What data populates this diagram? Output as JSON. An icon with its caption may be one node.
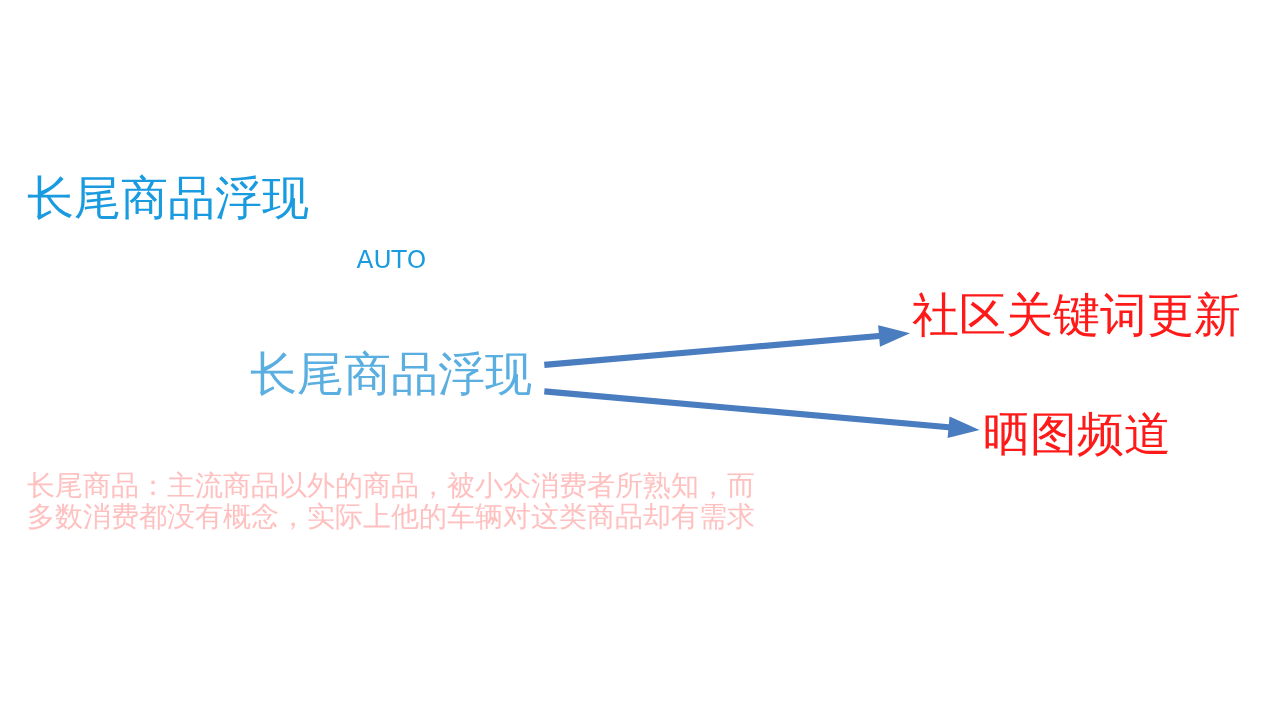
{
  "diagram": {
    "title": "长尾商品浮现",
    "nodes": [
      {
        "text": [
          "长尾商品浮现"
        ]
      },
      {
        "text": [
          "社区关键词更新"
        ]
      },
      {
        "text": [
          "晒图频道"
        ]
      }
    ],
    "edges": [
      {
        "from": 0,
        "to": 1,
        "arrow": "to"
      },
      {
        "from": 0,
        "to": 2,
        "arrow": "to"
      }
    ],
    "labels": [
      "AUTO",
      "长尾商品：主流商品以外的商品，被小众消费者所熟知，而多数消费都没有概念，实际上他的车辆对这类商品却有需求"
    ]
  }
}
